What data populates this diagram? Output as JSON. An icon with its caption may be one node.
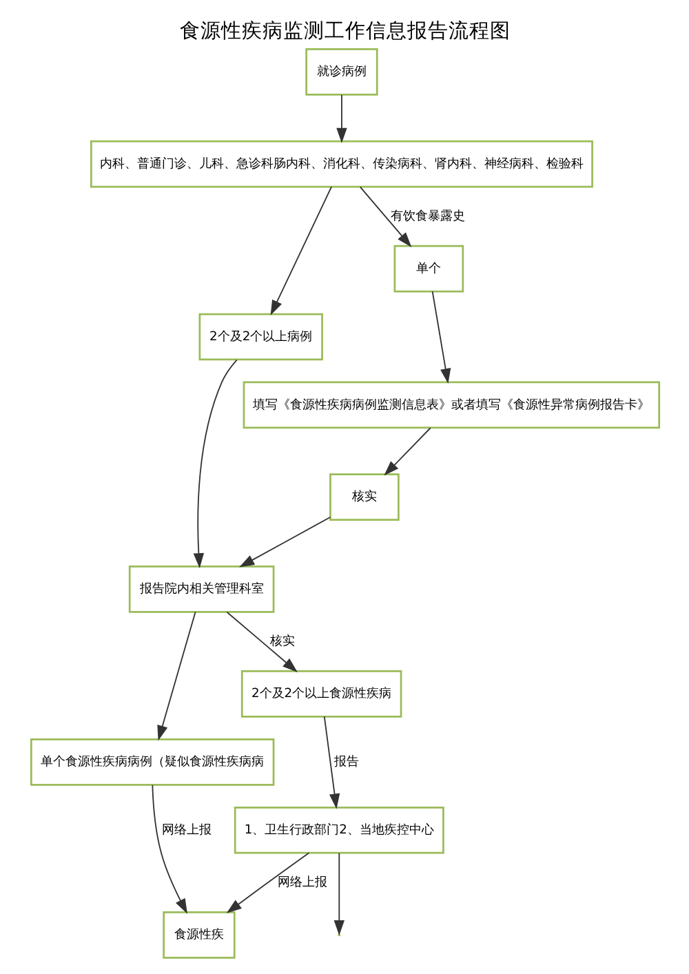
{
  "diagram": {
    "title": "食源性疾病监测工作信息报告流程图",
    "nodes": [
      {
        "text": [
          "就诊病例"
        ]
      },
      {
        "text": [
          "内科、普通门诊、儿科、急诊科肠内科、消化科、传染病科、肾内科、神经病科、检验科"
        ]
      },
      {
        "text": [
          "2个及2个以上病例"
        ]
      },
      {
        "text": [
          "单个"
        ]
      },
      {
        "text": [
          "填写《食源性疾病病例监测信息表》或者填写《食源性异常病例报告卡》"
        ]
      },
      {
        "text": [
          "报告院内相关管理科室"
        ]
      },
      {
        "text": [
          "核实"
        ]
      },
      {
        "text": [
          "单个食源性疾病病例（疑似食源性疾病病"
        ]
      },
      {
        "text": [
          "2个及2个以上食源性疾病"
        ]
      },
      {
        "text": [
          "1、卫生行政部门2、当地疾控中心"
        ]
      },
      {
        "text": [
          "食源性疾"
        ]
      }
    ],
    "edges": [
      {
        "from": 0,
        "to": 1,
        "arrow": "to"
      },
      {
        "from": 1,
        "to": 3,
        "arrow": "to",
        "label": "有饮食暴露史"
      },
      {
        "from": 1,
        "to": 2,
        "arrow": "to"
      },
      {
        "from": 2,
        "to": 5,
        "arrow": "to"
      },
      {
        "from": 3,
        "to": 4,
        "arrow": "to"
      },
      {
        "from": 4,
        "to": 6,
        "arrow": "to"
      },
      {
        "from": 6,
        "to": 5,
        "arrow": "to"
      },
      {
        "from": 5,
        "to": 8,
        "arrow": "to",
        "label": "核实"
      },
      {
        "from": 5,
        "to": 7,
        "arrow": "to"
      },
      {
        "from": 7,
        "to": 10,
        "arrow": "to",
        "label": "网络上报"
      },
      {
        "from": 8,
        "to": 9,
        "arrow": "to",
        "label": "报告"
      },
      {
        "from": 9,
        "to": 10,
        "arrow": "to",
        "label": "网络上报"
      },
      {
        "from": 9,
        "to": null,
        "arrow": "to"
      }
    ]
  }
}
